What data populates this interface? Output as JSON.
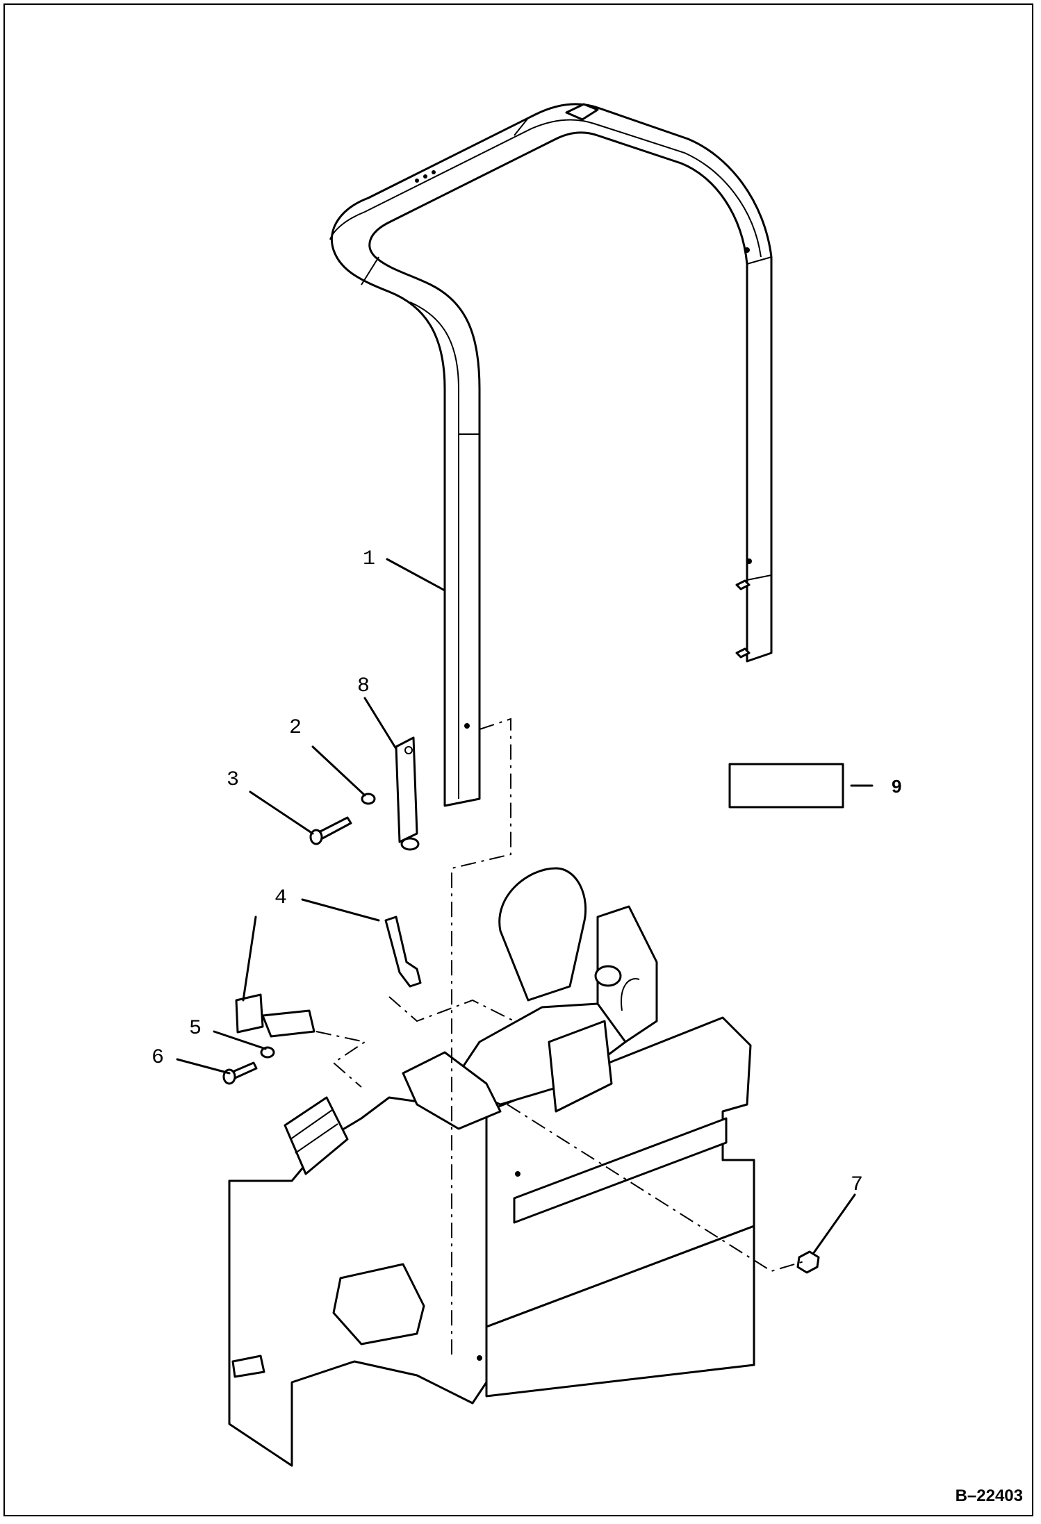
{
  "diagram": {
    "drawing_number": "B–22403",
    "callouts": [
      {
        "id": "1",
        "label": "1"
      },
      {
        "id": "2",
        "label": "2"
      },
      {
        "id": "3",
        "label": "3"
      },
      {
        "id": "4a",
        "label": "4"
      },
      {
        "id": "4b",
        "label": "4"
      },
      {
        "id": "5",
        "label": "5"
      },
      {
        "id": "6",
        "label": "6"
      },
      {
        "id": "7",
        "label": "7"
      },
      {
        "id": "8",
        "label": "8"
      },
      {
        "id": "9",
        "label": "9"
      }
    ]
  }
}
